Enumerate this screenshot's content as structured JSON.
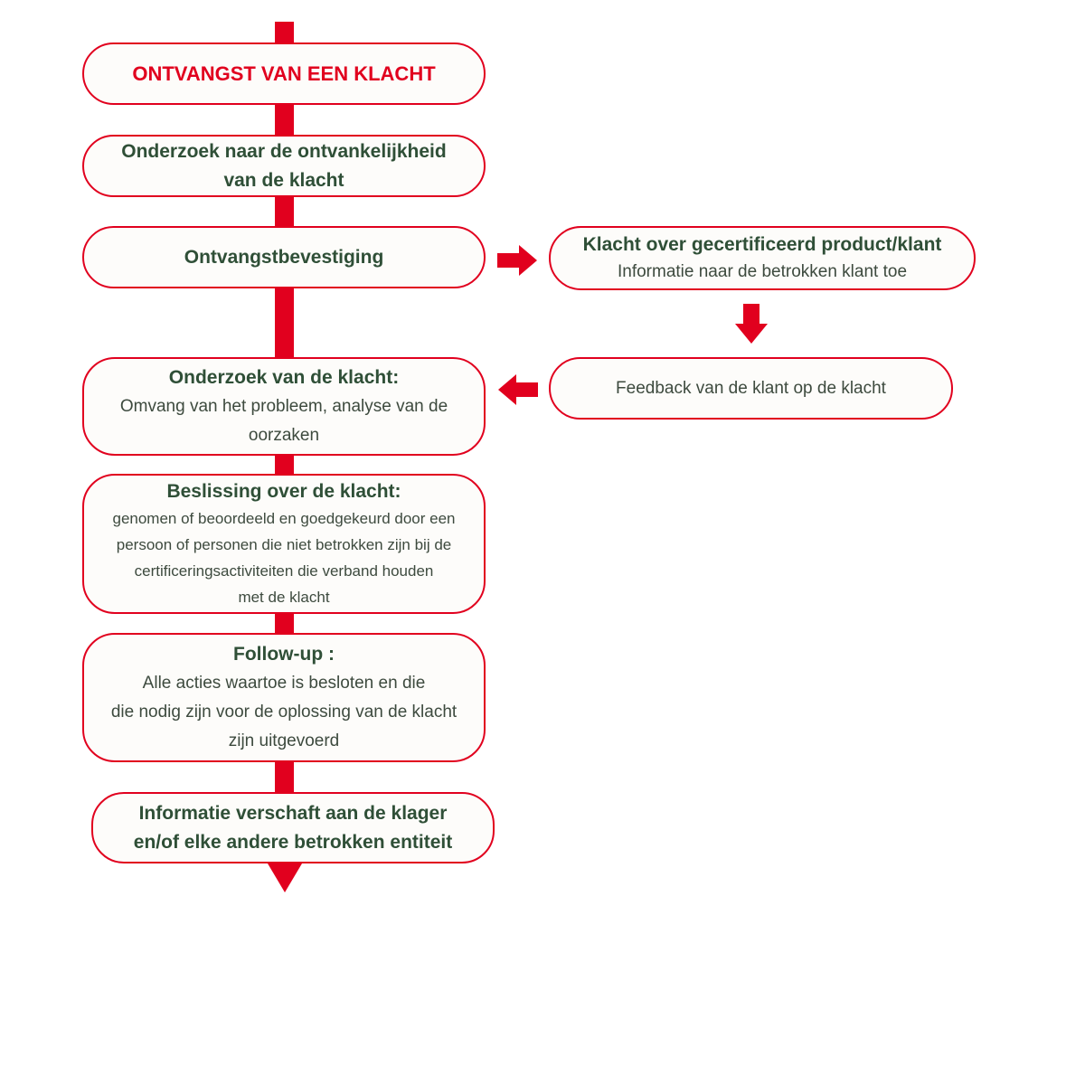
{
  "flow": {
    "step1": {
      "title": "ONTVANGST VAN EEN KLACHT"
    },
    "step2": {
      "title_lines": [
        "Onderzoek naar de ontvankelijkheid",
        "van de klacht"
      ]
    },
    "step3": {
      "title": "Ontvangstbevestiging"
    },
    "step4": {
      "title": "Onderzoek van de klacht:",
      "body_lines": [
        "Omvang van het probleem, analyse van de",
        "oorzaken"
      ]
    },
    "step5": {
      "title": "Beslissing over de klacht:",
      "body_lines": [
        "genomen of beoordeeld en goedgekeurd door een",
        "persoon of  personen die niet betrokken zijn bij de",
        "certificeringsactiviteiten die verband houden",
        "met de klacht"
      ]
    },
    "step6": {
      "title": "Follow-up :",
      "body_lines": [
        "Alle acties waartoe is besloten en die",
        "die nodig zijn voor de oplossing van de klacht",
        "zijn uitgevoerd"
      ]
    },
    "step7": {
      "title_lines": [
        "Informatie verschaft aan de klager",
        "en/of elke andere betrokken entiteit"
      ]
    }
  },
  "branch": {
    "certified": {
      "title": "Klacht over gecertificeerd product/klant",
      "body": "Informatie naar de betrokken klant toe"
    },
    "feedback": {
      "body": "Feedback van de klant op de klacht"
    }
  },
  "colors": {
    "accent_red": "#e1001e",
    "text_green": "#2f4f37",
    "box_fill": "#fdfcfa"
  }
}
